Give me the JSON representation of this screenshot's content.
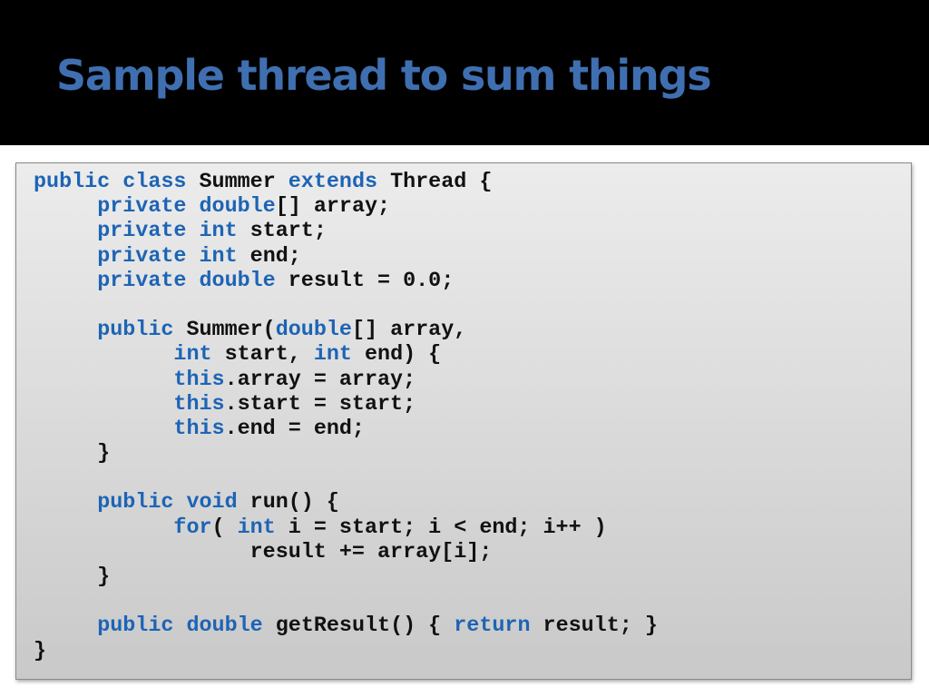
{
  "slide": {
    "title": "Sample thread to sum things"
  },
  "colors": {
    "title": "#3f6fb0",
    "keyword": "#1d64b5",
    "code_text": "#111111",
    "header_background": "#000000"
  },
  "code_lines": [
    [
      {
        "t": "public",
        "k": true
      },
      {
        "t": " "
      },
      {
        "t": "class",
        "k": true
      },
      {
        "t": " Summer "
      },
      {
        "t": "extends",
        "k": true
      },
      {
        "t": " Thread {"
      }
    ],
    [
      {
        "t": "     "
      },
      {
        "t": "private",
        "k": true
      },
      {
        "t": " "
      },
      {
        "t": "double",
        "k": true
      },
      {
        "t": "[] array;"
      }
    ],
    [
      {
        "t": "     "
      },
      {
        "t": "private",
        "k": true
      },
      {
        "t": " "
      },
      {
        "t": "int",
        "k": true
      },
      {
        "t": " start;"
      }
    ],
    [
      {
        "t": "     "
      },
      {
        "t": "private",
        "k": true
      },
      {
        "t": " "
      },
      {
        "t": "int",
        "k": true
      },
      {
        "t": " end;"
      }
    ],
    [
      {
        "t": "     "
      },
      {
        "t": "private",
        "k": true
      },
      {
        "t": " "
      },
      {
        "t": "double",
        "k": true
      },
      {
        "t": " result = 0.0;"
      }
    ],
    [],
    [
      {
        "t": "     "
      },
      {
        "t": "public",
        "k": true
      },
      {
        "t": " Summer("
      },
      {
        "t": "double",
        "k": true
      },
      {
        "t": "[] array,"
      }
    ],
    [
      {
        "t": "           "
      },
      {
        "t": "int",
        "k": true
      },
      {
        "t": " start, "
      },
      {
        "t": "int",
        "k": true
      },
      {
        "t": " end) {"
      }
    ],
    [
      {
        "t": "           "
      },
      {
        "t": "this",
        "k": true
      },
      {
        "t": ".array = array;"
      }
    ],
    [
      {
        "t": "           "
      },
      {
        "t": "this",
        "k": true
      },
      {
        "t": ".start = start;"
      }
    ],
    [
      {
        "t": "           "
      },
      {
        "t": "this",
        "k": true
      },
      {
        "t": ".end = end;"
      }
    ],
    [
      {
        "t": "     }"
      }
    ],
    [],
    [
      {
        "t": "     "
      },
      {
        "t": "public",
        "k": true
      },
      {
        "t": " "
      },
      {
        "t": "void",
        "k": true
      },
      {
        "t": " run() {"
      }
    ],
    [
      {
        "t": "           "
      },
      {
        "t": "for",
        "k": true
      },
      {
        "t": "( "
      },
      {
        "t": "int",
        "k": true
      },
      {
        "t": " i = start; i < end; i++ )"
      }
    ],
    [
      {
        "t": "                 result += array[i];"
      }
    ],
    [
      {
        "t": "     }"
      }
    ],
    [],
    [
      {
        "t": "     "
      },
      {
        "t": "public",
        "k": true
      },
      {
        "t": " "
      },
      {
        "t": "double",
        "k": true
      },
      {
        "t": " getResult() { "
      },
      {
        "t": "return",
        "k": true
      },
      {
        "t": " result; }"
      }
    ],
    [
      {
        "t": "}"
      }
    ]
  ]
}
